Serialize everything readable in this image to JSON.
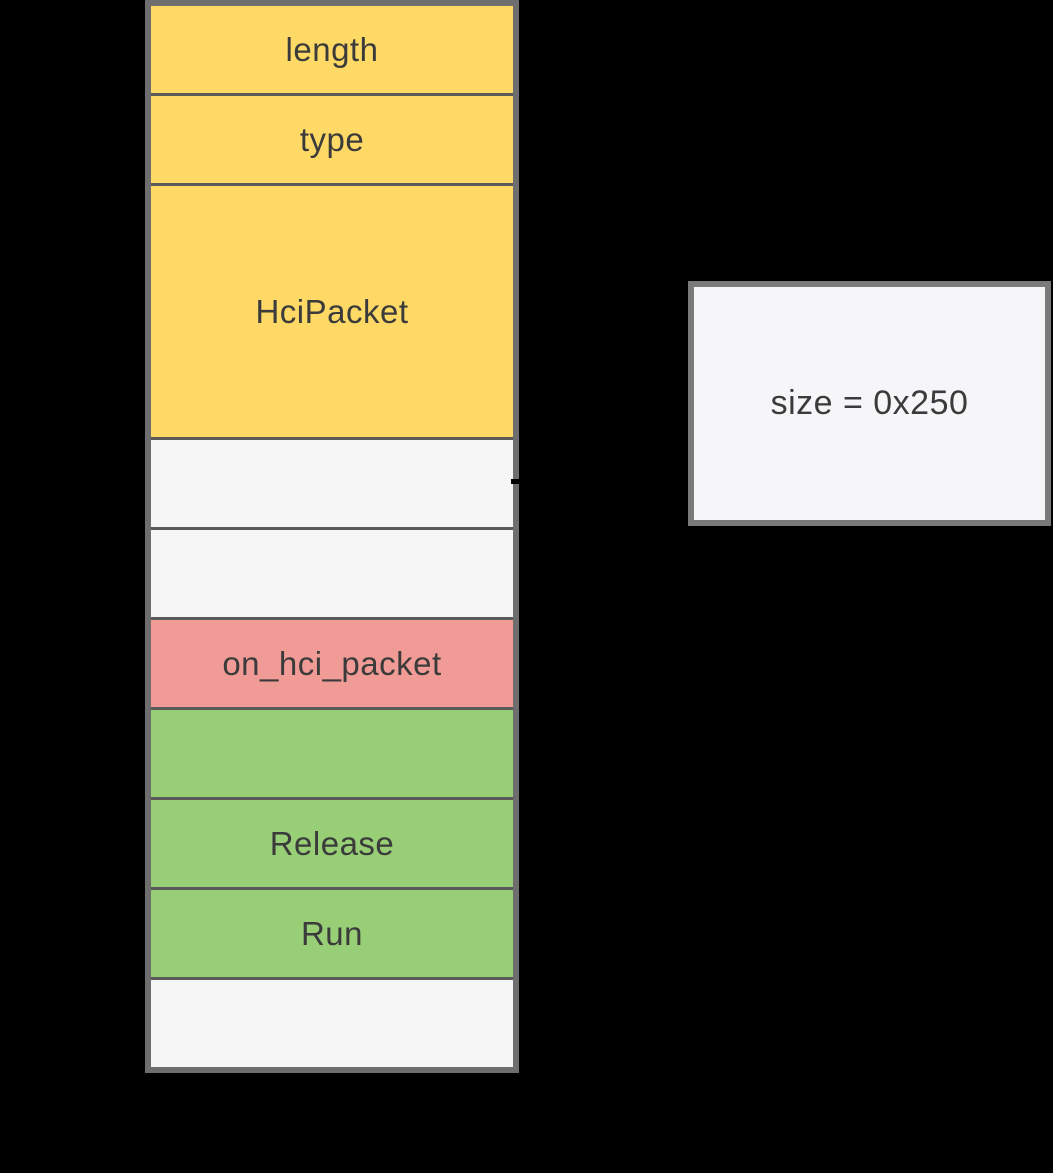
{
  "stack": {
    "rows": [
      {
        "label": "length",
        "color": "yellow",
        "tall": false
      },
      {
        "label": "type",
        "color": "yellow",
        "tall": false
      },
      {
        "label": "HciPacket",
        "color": "yellow",
        "tall": true
      },
      {
        "label": "",
        "color": "empty",
        "tall": false
      },
      {
        "label": "",
        "color": "empty",
        "tall": false
      },
      {
        "label": "on_hci_packet",
        "color": "red",
        "tall": false
      },
      {
        "label": "",
        "color": "green",
        "tall": false
      },
      {
        "label": "Release",
        "color": "green",
        "tall": false
      },
      {
        "label": "Run",
        "color": "green",
        "tall": false
      },
      {
        "label": "",
        "color": "empty",
        "tall": false
      }
    ]
  },
  "annotation": {
    "label": "size = 0x250"
  },
  "colors": {
    "yellow": "#FED966",
    "red": "#F09B95",
    "green": "#97CE76",
    "empty": "#F6F6F6",
    "border": "#6E6E6E",
    "separator": "#5A5A5A",
    "box-border": "#7A7A7A",
    "box-fill": "#F6F6F8",
    "text": "#3B3B3B",
    "arrow": "#000000",
    "background": "#000000"
  }
}
